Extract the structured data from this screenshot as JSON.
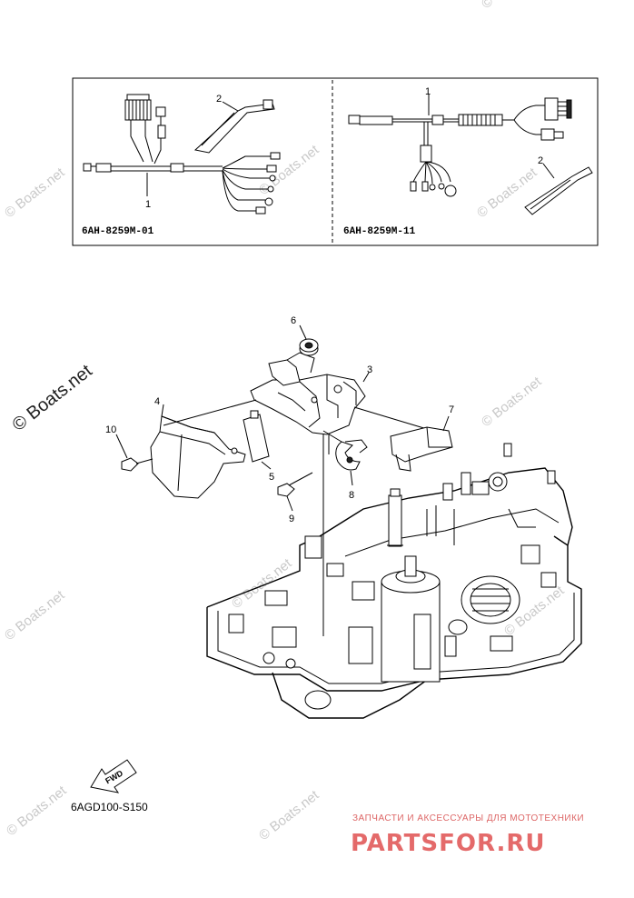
{
  "inset_boxes": [
    {
      "variant_code": "6AH-8259M-01",
      "callouts": [
        "1",
        "2"
      ]
    },
    {
      "variant_code": "6AH-8259M-11",
      "callouts": [
        "1",
        "2"
      ]
    }
  ],
  "callouts": [
    "6",
    "3",
    "4",
    "7",
    "10",
    "5",
    "8",
    "9"
  ],
  "direction_arrow": {
    "label": "FWD"
  },
  "diagram_code": "6AGD100-S150",
  "watermarks": {
    "text": "© Boats.net",
    "large": "© Boats.net"
  },
  "partsfor": {
    "tagline": "ЗАПЧАСТИ И АКСЕССУАРЫ ДЛЯ МОТОТЕХНИКИ",
    "logo": "PARTSFOR.RU",
    "brand_color": "#e46a6a"
  },
  "icons": [
    "fwd-arrow-icon"
  ]
}
